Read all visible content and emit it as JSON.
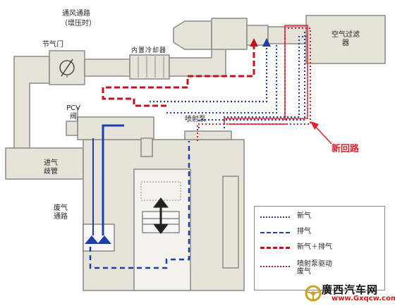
{
  "labels": {
    "vent_passage": "通风通路",
    "vent_passage_sub": "（增压时）",
    "throttle": "节气门",
    "intercooler": "内置冷却器",
    "air_filter": "空气过滤器",
    "pcv_valve": "PCV阀",
    "ejector_pump": "喷射泵",
    "intake_manifold": "进气歧管",
    "blowby_passage": "废气通路",
    "new_route": "新回路"
  },
  "legend": [
    {
      "label": "新气",
      "color": "#1e3fa8",
      "style": "dotted"
    },
    {
      "label": "排气",
      "color": "#1e3fa8",
      "style": "dashed"
    },
    {
      "label": "新气＋排气",
      "color": "#c0141c",
      "style": "dashed-bold"
    },
    {
      "label": "喷射泵驱动废气",
      "color": "#c0141c",
      "style": "dotted"
    }
  ],
  "colors": {
    "pipe_fill": "#e6e3d9",
    "pipe_stroke": "#8a8a8a",
    "fresh_air": "#1e3fa8",
    "mixed": "#c0141c",
    "highlight": "#e0202a"
  },
  "watermark": {
    "title": "廣西汽车网",
    "url": "www.Gxqcw.com"
  }
}
